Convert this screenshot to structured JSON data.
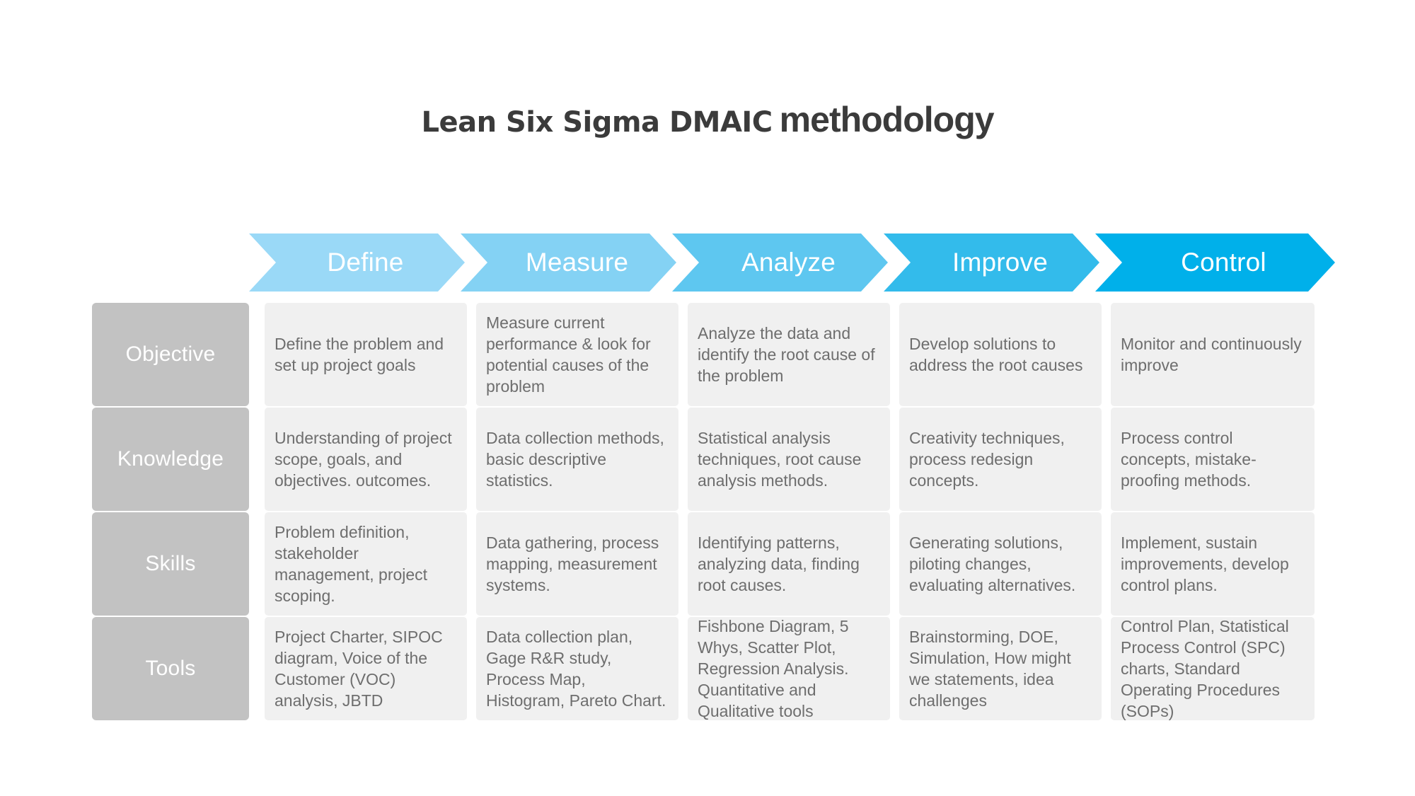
{
  "title": {
    "strong": "Lean Six Sigma DMAIC",
    "light": "methodology"
  },
  "colors": {
    "phase_1": "#9ad9f7",
    "phase_2": "#84d2f4",
    "phase_3": "#5ec7f0",
    "phase_4": "#33bbeb",
    "phase_5": "#00b0ea",
    "row_label_bg": "#c2c2c2",
    "cell_bg": "#f0f0f0",
    "cell_text": "#6e6e6e",
    "title_text": "#3b3b3b",
    "page_bg": "#ffffff"
  },
  "phases": [
    {
      "label": "Define"
    },
    {
      "label": "Measure"
    },
    {
      "label": "Analyze"
    },
    {
      "label": "Improve"
    },
    {
      "label": "Control"
    }
  ],
  "rows": [
    {
      "label": "Objective",
      "cells": [
        "Define the problem and set up project goals",
        "Measure current performance & look for potential causes of the problem",
        "Analyze the data and identify the root cause of the problem",
        "Develop solutions to address the root causes",
        "Monitor and continuously improve"
      ]
    },
    {
      "label": "Knowledge",
      "cells": [
        "Understanding of project scope, goals, and objectives. outcomes.",
        "Data collection methods, basic descriptive statistics.",
        "Statistical analysis techniques, root cause analysis methods.",
        "Creativity techniques, process redesign concepts.",
        "Process control concepts, mistake-proofing methods."
      ]
    },
    {
      "label": "Skills",
      "cells": [
        "Problem definition, stakeholder management, project scoping.",
        "Data gathering, process mapping, measurement systems.",
        "Identifying patterns, analyzing data, finding root causes.",
        "Generating solutions, piloting changes, evaluating alternatives.",
        "Implement, sustain improvements, develop control plans."
      ]
    },
    {
      "label": "Tools",
      "cells": [
        "Project Charter, SIPOC diagram, Voice of the Customer (VOC) analysis, JBTD",
        "Data collection plan, Gage R&R study, Process Map, Histogram, Pareto Chart.",
        "Fishbone Diagram, 5 Whys, Scatter Plot, Regression Analysis. Quantitative and Qualitative tools",
        "Brainstorming, DOE, Simulation, How might we statements, idea challenges",
        "Control Plan, Statistical Process Control (SPC) charts, Standard Operating Procedures (SOPs)"
      ]
    }
  ]
}
